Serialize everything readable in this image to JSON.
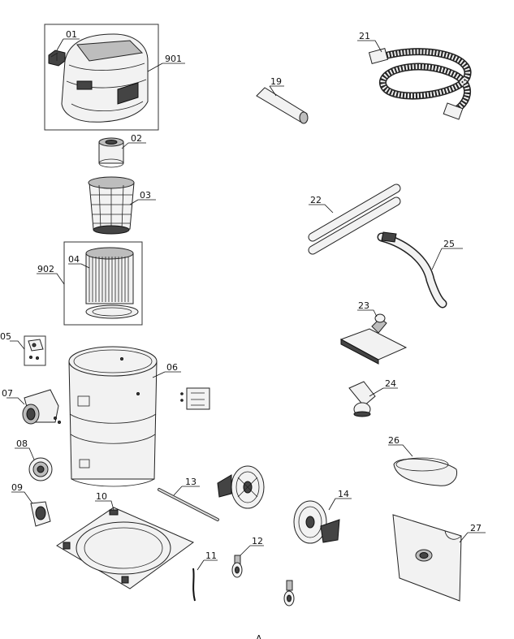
{
  "diagram": {
    "title": "Exploded parts diagram - wet/dry vacuum cleaner",
    "footer_mark": "A",
    "parts": [
      {
        "id": "01",
        "label": "01"
      },
      {
        "id": "901",
        "label": "901"
      },
      {
        "id": "02",
        "label": "02"
      },
      {
        "id": "03",
        "label": "03"
      },
      {
        "id": "04",
        "label": "04"
      },
      {
        "id": "902",
        "label": "902"
      },
      {
        "id": "05",
        "label": "05"
      },
      {
        "id": "06",
        "label": "06"
      },
      {
        "id": "07",
        "label": "07"
      },
      {
        "id": "08",
        "label": "08"
      },
      {
        "id": "09",
        "label": "09"
      },
      {
        "id": "10",
        "label": "10"
      },
      {
        "id": "11",
        "label": "11"
      },
      {
        "id": "12",
        "label": "12"
      },
      {
        "id": "13",
        "label": "13"
      },
      {
        "id": "14",
        "label": "14"
      },
      {
        "id": "19",
        "label": "19"
      },
      {
        "id": "21",
        "label": "21"
      },
      {
        "id": "22",
        "label": "22"
      },
      {
        "id": "23",
        "label": "23"
      },
      {
        "id": "24",
        "label": "24"
      },
      {
        "id": "25",
        "label": "25"
      },
      {
        "id": "26",
        "label": "26"
      },
      {
        "id": "27",
        "label": "27"
      }
    ]
  }
}
